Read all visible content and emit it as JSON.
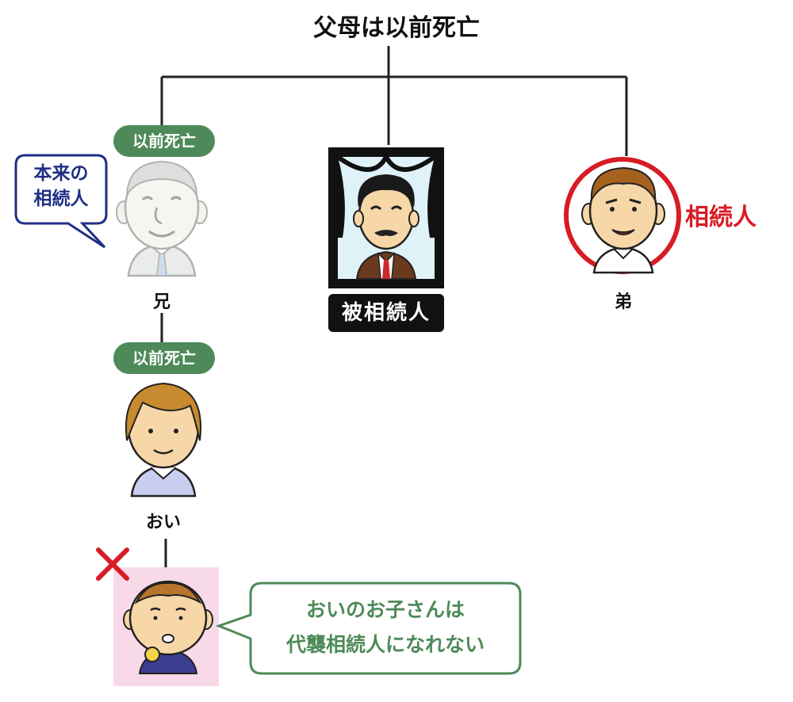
{
  "title": "父母は以前死亡",
  "brother": {
    "status": "以前死亡",
    "name": "兄",
    "callout": [
      "本来の",
      "相続人"
    ]
  },
  "decedent": {
    "label": "被相続人"
  },
  "younger_brother": {
    "name": "弟",
    "heir_label": "相続人"
  },
  "nephew": {
    "status": "以前死亡",
    "name": "おい"
  },
  "grandnephew": {
    "note": [
      "おいのお子さんは",
      "代襲相続人になれない"
    ]
  },
  "colors": {
    "green": "#4e8a59",
    "red": "#d71c24",
    "navy": "#1f2f86",
    "pink": "#f8d9e8",
    "black": "#111111"
  }
}
